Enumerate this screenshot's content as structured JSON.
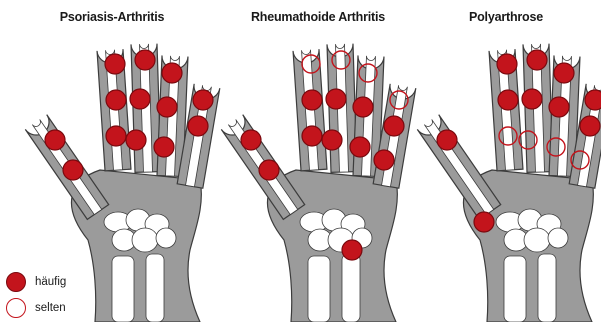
{
  "colors": {
    "hand": "#9b9b9b",
    "hand_outline": "#3c3c3c",
    "bone": "#ffffff",
    "marker_fill": "#c3141c",
    "marker_stroke": "#7a0a0f"
  },
  "panels": [
    {
      "title": "Psoriasis-Arthritis",
      "markers": [
        {
          "finger": "thumb",
          "joint": "ip",
          "type": "häufig"
        },
        {
          "finger": "thumb",
          "joint": "mcp",
          "type": "häufig"
        },
        {
          "finger": "index",
          "joint": "dip",
          "type": "häufig"
        },
        {
          "finger": "index",
          "joint": "pip",
          "type": "häufig"
        },
        {
          "finger": "middle",
          "joint": "dip",
          "type": "häufig"
        },
        {
          "finger": "middle",
          "joint": "pip",
          "type": "häufig"
        },
        {
          "finger": "ring",
          "joint": "dip",
          "type": "häufig"
        },
        {
          "finger": "ring",
          "joint": "pip",
          "type": "häufig"
        },
        {
          "finger": "little",
          "joint": "dip",
          "type": "häufig"
        },
        {
          "finger": "little",
          "joint": "pip",
          "type": "häufig"
        },
        {
          "finger": "index",
          "joint": "mcp",
          "type": "häufig"
        },
        {
          "finger": "middle",
          "joint": "mcp",
          "type": "häufig"
        },
        {
          "finger": "ring",
          "joint": "mcp",
          "type": "häufig"
        }
      ]
    },
    {
      "title": "Rheumathoide Arthritis",
      "markers": [
        {
          "finger": "index",
          "joint": "dip",
          "type": "selten"
        },
        {
          "finger": "middle",
          "joint": "dip",
          "type": "selten"
        },
        {
          "finger": "ring",
          "joint": "dip",
          "type": "selten"
        },
        {
          "finger": "little",
          "joint": "dip",
          "type": "selten"
        },
        {
          "finger": "index",
          "joint": "pip",
          "type": "häufig"
        },
        {
          "finger": "middle",
          "joint": "pip",
          "type": "häufig"
        },
        {
          "finger": "ring",
          "joint": "pip",
          "type": "häufig"
        },
        {
          "finger": "little",
          "joint": "pip",
          "type": "häufig"
        },
        {
          "finger": "index",
          "joint": "mcp",
          "type": "häufig"
        },
        {
          "finger": "middle",
          "joint": "mcp",
          "type": "häufig"
        },
        {
          "finger": "ring",
          "joint": "mcp",
          "type": "häufig"
        },
        {
          "finger": "little",
          "joint": "mcp",
          "type": "häufig"
        },
        {
          "finger": "thumb",
          "joint": "ip",
          "type": "häufig"
        },
        {
          "finger": "thumb",
          "joint": "mcp",
          "type": "häufig"
        },
        {
          "finger": "wrist",
          "joint": "carpus",
          "type": "häufig"
        }
      ]
    },
    {
      "title": "Polyarthrose",
      "markers": [
        {
          "finger": "index",
          "joint": "dip",
          "type": "häufig"
        },
        {
          "finger": "middle",
          "joint": "dip",
          "type": "häufig"
        },
        {
          "finger": "ring",
          "joint": "dip",
          "type": "häufig"
        },
        {
          "finger": "little",
          "joint": "dip",
          "type": "häufig"
        },
        {
          "finger": "index",
          "joint": "pip",
          "type": "häufig"
        },
        {
          "finger": "middle",
          "joint": "pip",
          "type": "häufig"
        },
        {
          "finger": "ring",
          "joint": "pip",
          "type": "häufig"
        },
        {
          "finger": "little",
          "joint": "pip",
          "type": "häufig"
        },
        {
          "finger": "index",
          "joint": "mcp",
          "type": "selten"
        },
        {
          "finger": "middle",
          "joint": "mcp",
          "type": "selten"
        },
        {
          "finger": "ring",
          "joint": "mcp",
          "type": "selten"
        },
        {
          "finger": "little",
          "joint": "mcp",
          "type": "selten"
        },
        {
          "finger": "thumb",
          "joint": "ip",
          "type": "häufig"
        },
        {
          "finger": "thumb",
          "joint": "cmc",
          "type": "häufig"
        }
      ]
    }
  ],
  "legend": {
    "frequent": "häufig",
    "rare": "selten"
  }
}
